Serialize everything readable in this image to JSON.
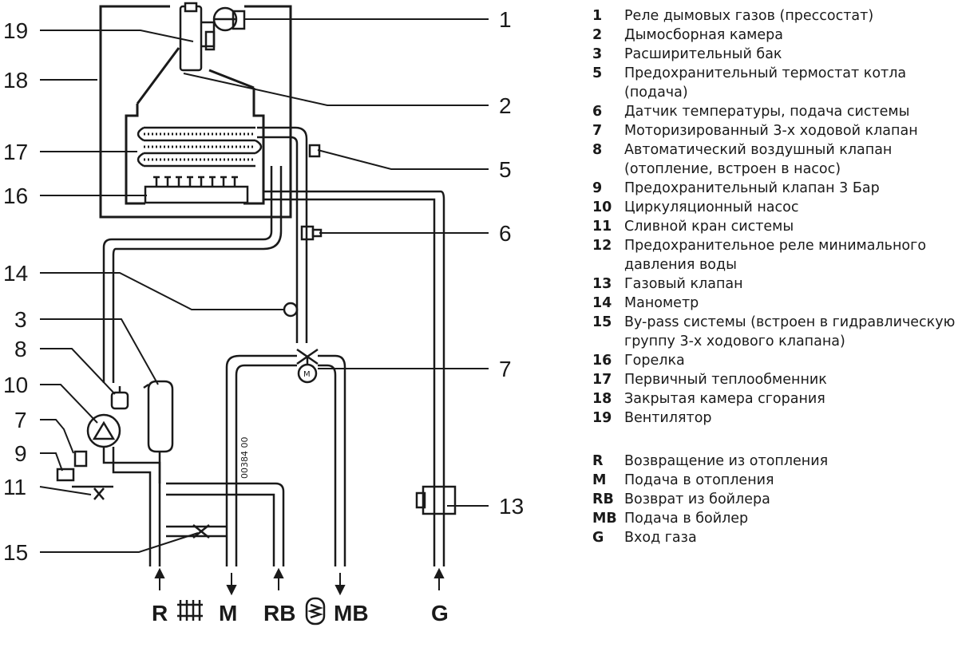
{
  "diagram": {
    "callouts_right": [
      "1",
      "2",
      "5",
      "6",
      "7",
      "13"
    ],
    "callouts_left": [
      "19",
      "18",
      "17",
      "16",
      "14",
      "3",
      "8",
      "10",
      "7",
      "9",
      "11",
      "15"
    ],
    "terminals": [
      "R",
      "M",
      "RB",
      "MB",
      "G"
    ],
    "vertical_code": "00384 00",
    "motor_label": "M"
  },
  "legend": {
    "components": [
      {
        "num": "1",
        "text": "Реле дымовых газов (прессостат)"
      },
      {
        "num": "2",
        "text": "Дымосборная камера"
      },
      {
        "num": "3",
        "text": "Расширительный бак"
      },
      {
        "num": "5",
        "text": "Предохранительный термостат котла (подача)"
      },
      {
        "num": "6",
        "text": "Датчик температуры, подача системы"
      },
      {
        "num": "7",
        "text": "Моторизированный 3-х ходовой клапан"
      },
      {
        "num": "8",
        "text": "Автоматический воздушный клапан (отопление, встроен в насос)"
      },
      {
        "num": "9",
        "text": "Предохранительный клапан 3 Бар"
      },
      {
        "num": "10",
        "text": "Циркуляционный насос"
      },
      {
        "num": "11",
        "text": "Сливной кран системы"
      },
      {
        "num": "12",
        "text": "Предохранительное реле минимального давления воды"
      },
      {
        "num": "13",
        "text": "Газовый клапан"
      },
      {
        "num": "14",
        "text": "Манометр"
      },
      {
        "num": "15",
        "text": "By-pass системы (встроен в гидравлическую группу 3-х ходового клапана)"
      },
      {
        "num": "16",
        "text": "Горелка"
      },
      {
        "num": "17",
        "text": "Первичный теплообменник"
      },
      {
        "num": "18",
        "text": "Закрытая камера сгорания"
      },
      {
        "num": "19",
        "text": "Вентилятор"
      }
    ],
    "connections": [
      {
        "num": "R",
        "text": "Возвращение из отопления"
      },
      {
        "num": "M",
        "text": "Подача в отопления"
      },
      {
        "num": "RB",
        "text": "Возврат из бойлера"
      },
      {
        "num": "MB",
        "text": "Подача в бойлер"
      },
      {
        "num": "G",
        "text": "Вход газа"
      }
    ]
  }
}
